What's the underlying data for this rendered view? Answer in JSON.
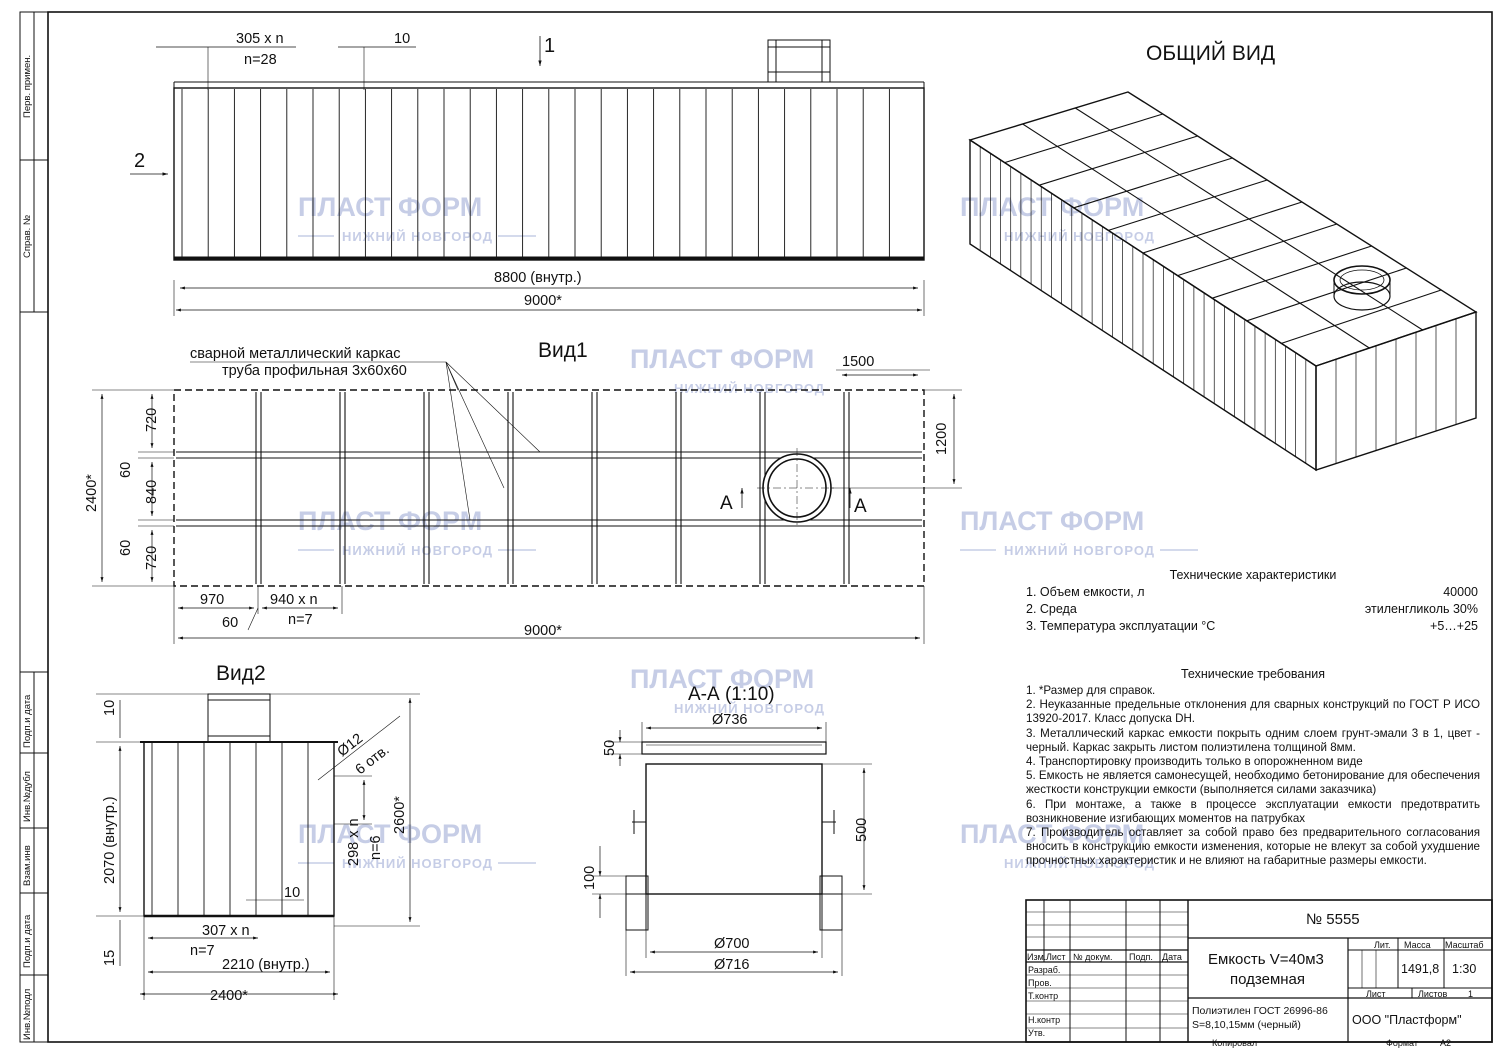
{
  "watermark": {
    "brand": "ПЛАСТ ФОРМ",
    "city": "НИЖНИЙ НОВГОРОД"
  },
  "side_stamps": {
    "top": [
      "Перв. примен.",
      "Справ. №"
    ],
    "bottom": [
      "Подп.и дата",
      "Инв.№дубл",
      "Взам.инв",
      "Подп.и дата",
      "Инв.№подл"
    ]
  },
  "general_view": {
    "title": "ОБЩИЙ ВИД"
  },
  "top_view": {
    "pitch": "305 x n",
    "count": "n=28",
    "gap": "10",
    "mark1": "1",
    "mark2": "2",
    "inner_len": "8800 (внутр.)",
    "total_len": "9000*"
  },
  "view1": {
    "title": "Вид1",
    "leader1": "сварной металлический каркас",
    "leader2": "труба профильная 3х60х60",
    "d1500": "1500",
    "d1200": "1200",
    "d720a": "720",
    "d60a": "60",
    "d840": "840",
    "d60b": "60",
    "d720b": "720",
    "d2400": "2400*",
    "d970": "970",
    "pitch": "940 x n",
    "count": "n=7",
    "d60c": "60",
    "total": "9000*",
    "cut_a": "А"
  },
  "view2": {
    "title": "Вид2",
    "d10": "10",
    "inner_h": "2070 (внутр.)",
    "d15": "15",
    "holes_d": "Ø12",
    "holes_n": "6 отв.",
    "pitch_v": "298 x n",
    "count_v": "n=6",
    "d2600": "2600*",
    "gap": "10",
    "pitch_h": "307 x n",
    "count_h": "n=7",
    "inner_w": "2210 (внутр.)",
    "total_w": "2400*"
  },
  "section": {
    "title": "А-А (1:10)",
    "d736": "Ø736",
    "d50": "50",
    "d500": "500",
    "d100": "100",
    "d700": "Ø700",
    "d716": "Ø716"
  },
  "tech": {
    "title": "Технические характеристики",
    "rows": [
      {
        "label": "1.  Объем емкости, л",
        "value": "40000"
      },
      {
        "label": "2.  Среда",
        "value": "этиленгликоль 30%"
      },
      {
        "label": "3.  Температура эксплуатации °С",
        "value": "+5…+25"
      }
    ]
  },
  "requirements": {
    "title": "Технические требования",
    "items": [
      "1. *Размер для справок.",
      "2.  Неуказанные предельные отклонения для сварных конструкций по ГОСТ Р ИСО 13920-2017. Класс допуска  DH.",
      "3. Металлический каркас емкости покрыть одним слоем грунт-эмали 3 в 1, цвет - черный. Каркас закрыть листом полиэтилена толщиной 8мм.",
      "4. Транспортировку производить только в опорожненном виде",
      "5. Емкость не является самонесущей,  необходимо бетонирование для обеспечения жесткости конструкции емкости (выполняется силами заказчика)",
      "6. При монтаже, а также в процессе эксплуатации емкости предотвратить возникновение изгибающих моментов на патрубках",
      "7. Производитель оставляет за собой право без предварительного согласования вносить в конструкцию емкости изменения, которые не влекут за собой  ухудшение прочностных характеристик и не влияют на габаритные размеры емкости."
    ]
  },
  "title_block": {
    "doc_no": "№ 5555",
    "name_line1": "Емкость V=40м3",
    "name_line2": "подземная",
    "material_line1": "Полиэтилен ГОСТ 26996-86",
    "material_line2": "S=8,10,15мм (черный)",
    "company": "ООО \"Пластформ\"",
    "col_izm": "Изм.",
    "col_list": "Лист",
    "col_docno": "№ докум.",
    "col_sign": "Подп.",
    "col_date": "Дата",
    "razrab": "Разраб.",
    "prov": "Пров.",
    "tkontr": "Т.контр",
    "nkontr": "Н.контр",
    "utv": "Утв.",
    "lit": "Лит.",
    "massa": "Масса",
    "masshtab": "Масштаб",
    "mass_val": "1491,8",
    "scale_val": "1:30",
    "sheet": "Лист",
    "sheets": "Листов",
    "sheets_val": "1",
    "kopiroval": "Копировал",
    "format": "Формат",
    "format_val": "А2"
  }
}
